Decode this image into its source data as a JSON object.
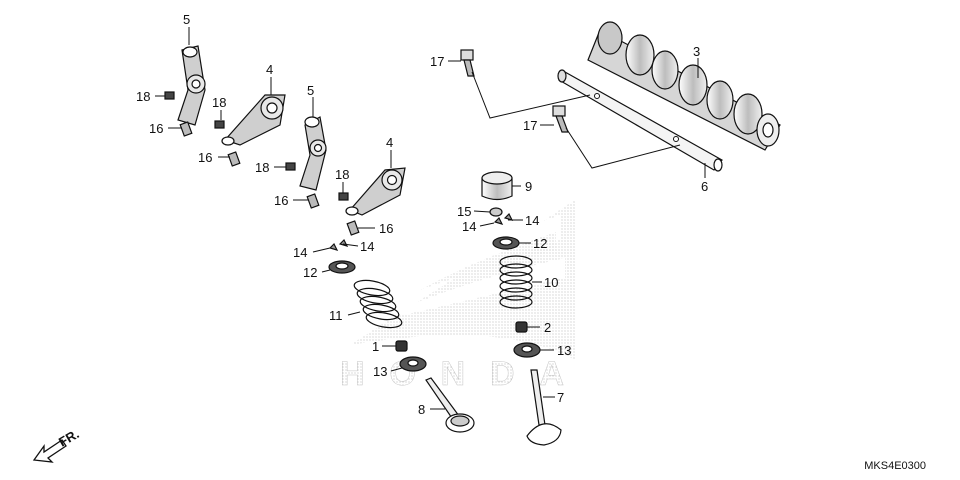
{
  "diagram": {
    "code": "MKS4E0300",
    "direction_label": "FR.",
    "watermark": "HONDA",
    "callouts": [
      {
        "id": "c5a",
        "label": "5"
      },
      {
        "id": "c18a",
        "label": "18"
      },
      {
        "id": "c16a",
        "label": "16"
      },
      {
        "id": "c4a",
        "label": "4"
      },
      {
        "id": "c18b",
        "label": "18"
      },
      {
        "id": "c16b",
        "label": "16"
      },
      {
        "id": "c5b",
        "label": "5"
      },
      {
        "id": "c18c",
        "label": "18"
      },
      {
        "id": "c16c",
        "label": "16"
      },
      {
        "id": "c4b",
        "label": "4"
      },
      {
        "id": "c18d",
        "label": "18"
      },
      {
        "id": "c16d",
        "label": "16"
      },
      {
        "id": "c14a",
        "label": "14"
      },
      {
        "id": "c14b",
        "label": "14"
      },
      {
        "id": "c12a",
        "label": "12"
      },
      {
        "id": "c11",
        "label": "11"
      },
      {
        "id": "c1",
        "label": "1"
      },
      {
        "id": "c13a",
        "label": "13"
      },
      {
        "id": "c8",
        "label": "8"
      },
      {
        "id": "c17a",
        "label": "17"
      },
      {
        "id": "c17b",
        "label": "17"
      },
      {
        "id": "c3",
        "label": "3"
      },
      {
        "id": "c6",
        "label": "6"
      },
      {
        "id": "c9",
        "label": "9"
      },
      {
        "id": "c15",
        "label": "15"
      },
      {
        "id": "c14c",
        "label": "14"
      },
      {
        "id": "c14d",
        "label": "14"
      },
      {
        "id": "c12b",
        "label": "12"
      },
      {
        "id": "c10",
        "label": "10"
      },
      {
        "id": "c2",
        "label": "2"
      },
      {
        "id": "c13b",
        "label": "13"
      },
      {
        "id": "c7",
        "label": "7"
      }
    ]
  }
}
